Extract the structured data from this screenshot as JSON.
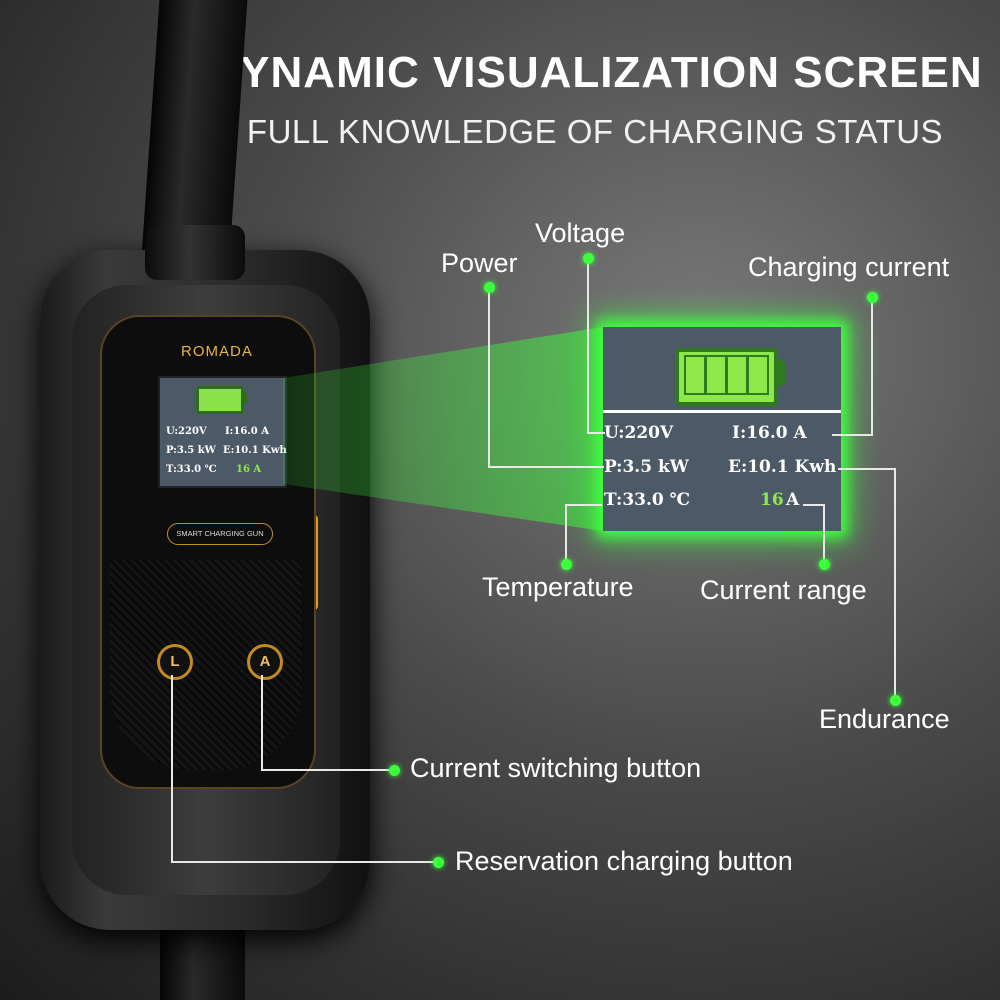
{
  "headline": "DYNAMIC VISUALIZATION SCREEN",
  "subline": "FULL KNOWLEDGE OF CHARGING STATUS",
  "device": {
    "brand": "ROMADA",
    "pill_label": "SMART CHARGING GUN",
    "button_left": "L",
    "button_right": "A"
  },
  "display": {
    "voltage": "U:220V",
    "current": "I:16.0 A",
    "power": "P:3.5 kW",
    "energy": "E:10.1 Kwh",
    "temperature": "T:33.0 ℃",
    "range_value": "16",
    "range_unit": "A"
  },
  "mini_display": {
    "voltage": "U:220V",
    "current": "I:16.0 A",
    "power": "P:3.5 kW",
    "energy": "E:10.1 Kwh",
    "temperature": "T:33.0 ℃",
    "range": "16 A"
  },
  "callouts": {
    "voltage": "Voltage",
    "power": "Power",
    "charging_current": "Charging current",
    "temperature": "Temperature",
    "current_range": "Current range",
    "endurance": "Endurance",
    "current_switching_button": "Current switching button",
    "reservation_charging_button": "Reservation charging button"
  },
  "colors": {
    "accent_green": "#3cff3c",
    "screen_bg": "#4c5a68",
    "amber": "#e79a10"
  }
}
